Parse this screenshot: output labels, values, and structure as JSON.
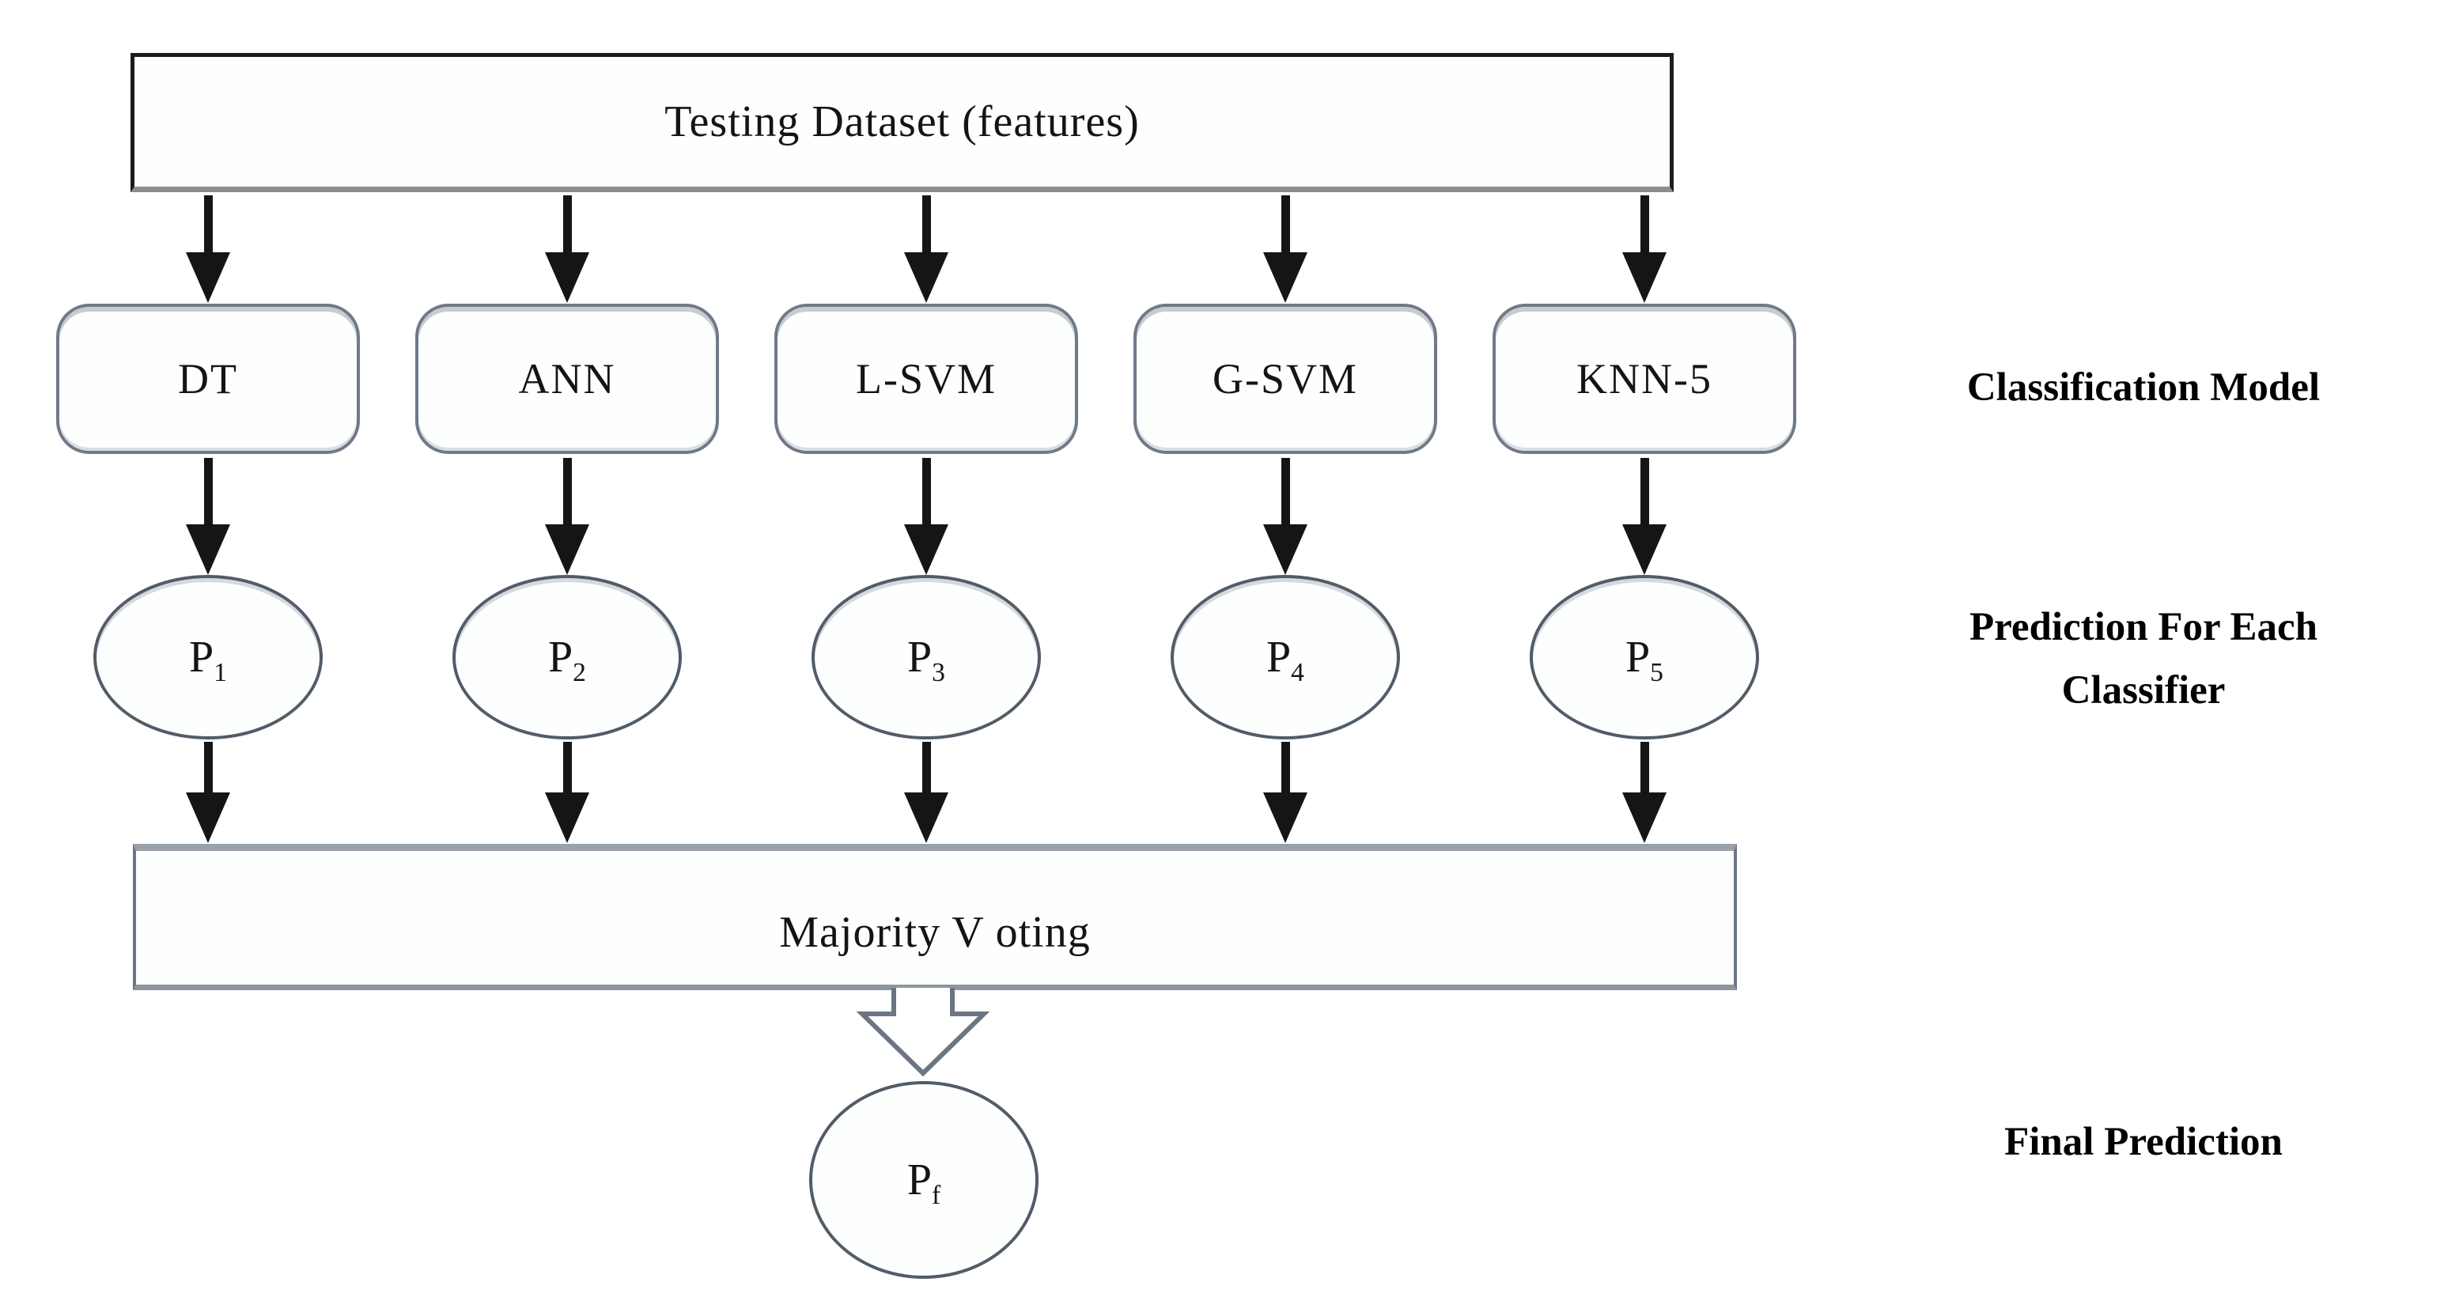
{
  "top_box": {
    "label": "Testing Dataset (features)"
  },
  "classifiers": [
    {
      "label": "DT"
    },
    {
      "label": "ANN"
    },
    {
      "label": "L-SVM"
    },
    {
      "label": "G-SVM"
    },
    {
      "label": "KNN-5"
    }
  ],
  "predictions": [
    {
      "base": "P",
      "sub": "1"
    },
    {
      "base": "P",
      "sub": "2"
    },
    {
      "base": "P",
      "sub": "3"
    },
    {
      "base": "P",
      "sub": "4"
    },
    {
      "base": "P",
      "sub": "5"
    }
  ],
  "voting_box": {
    "label": "Majority V oting"
  },
  "final_node": {
    "base": "P",
    "sub": "f"
  },
  "side_labels": {
    "classification": "Classification Model",
    "prediction_line1": "Prediction For Each",
    "prediction_line2": "Classifier",
    "final": "Final Prediction"
  },
  "colors": {
    "background": "#ffffff",
    "arrow": "#151515",
    "top_box_border": "#1c1c1c",
    "rounded_box_border": "#6f7988",
    "ellipse_border": "#525c68",
    "voting_box_border": "#6b7583",
    "funnel_outline": "#6b7583",
    "text": "#141414"
  }
}
